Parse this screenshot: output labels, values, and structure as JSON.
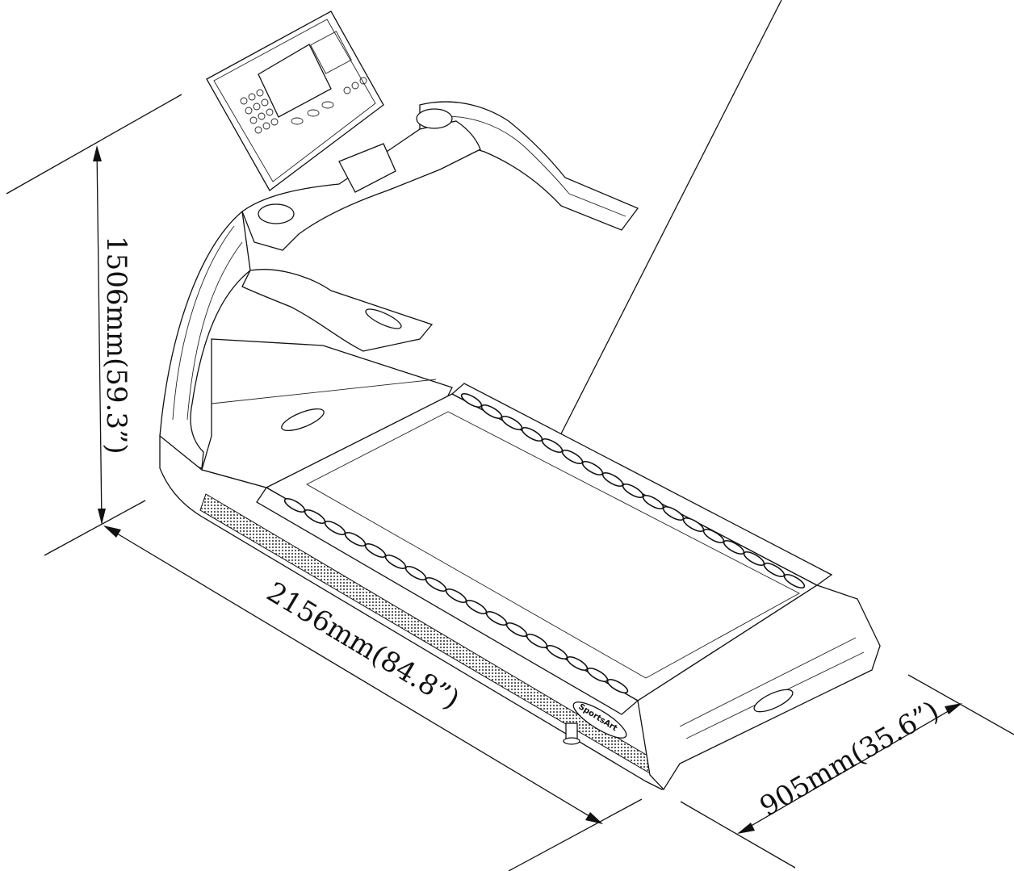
{
  "dimensions": {
    "height": "1506mm(59.3”)",
    "length": "2156mm(84.8”)",
    "width": "905mm(35.6”)"
  },
  "brand": {
    "logo_text": "SportsArt"
  },
  "colors": {
    "line": "#111111",
    "background": "#ffffff",
    "mesh": "#6a6a6a"
  }
}
